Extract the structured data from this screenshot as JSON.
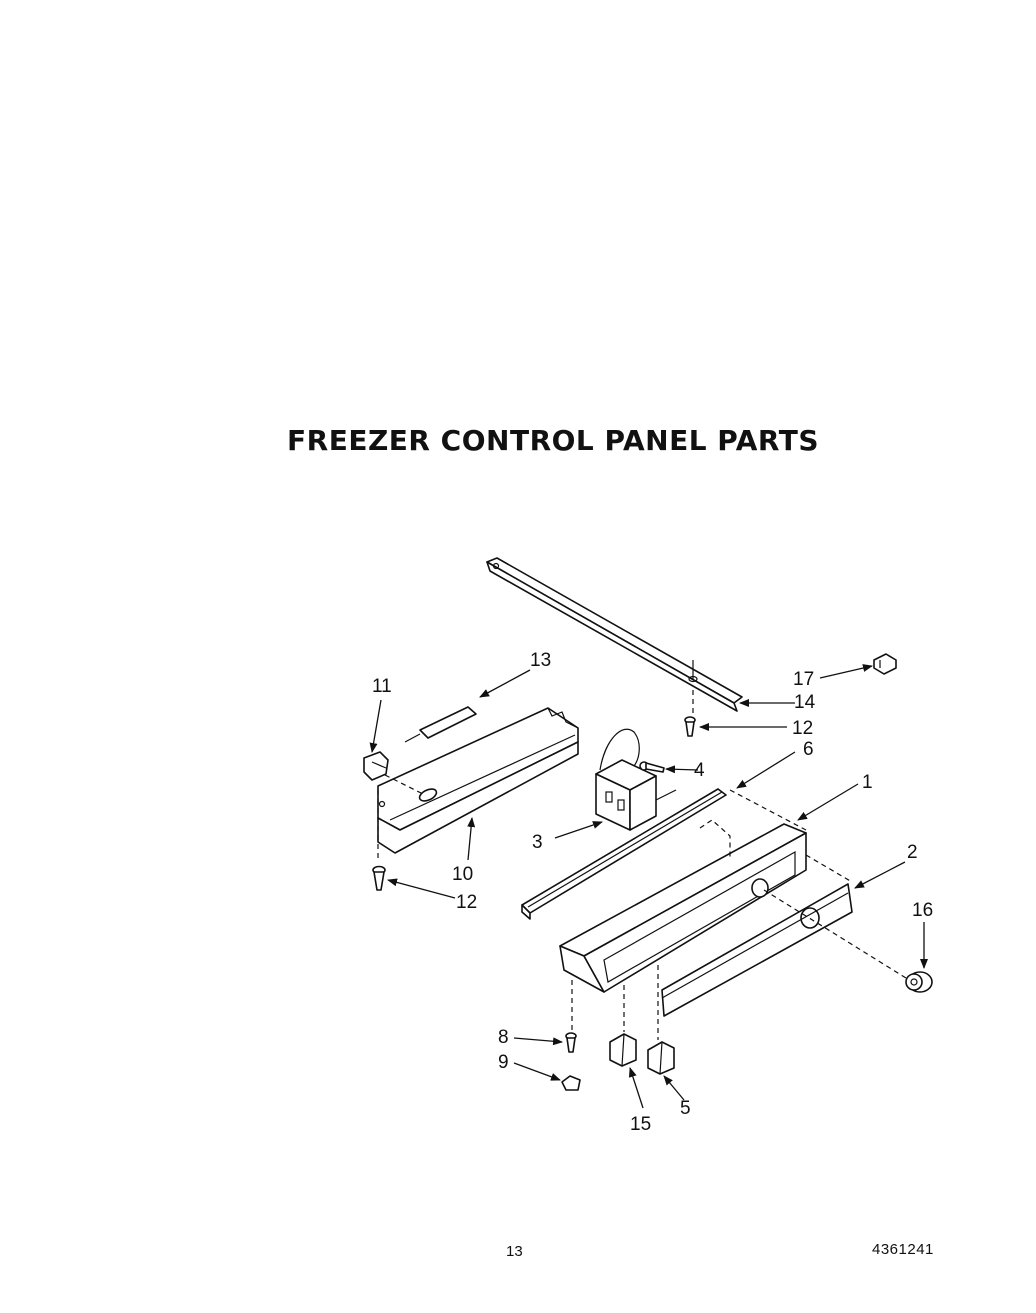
{
  "title": "FREEZER CONTROL PANEL PARTS",
  "page_number": "13",
  "document_number": "4361241",
  "callouts": {
    "c1": "1",
    "c2": "2",
    "c3": "3",
    "c4": "4",
    "c5": "5",
    "c6": "6",
    "c8": "8",
    "c9": "9",
    "c10": "10",
    "c11": "11",
    "c12a": "12",
    "c12b": "12",
    "c13": "13",
    "c14": "14",
    "c15": "15",
    "c16": "16",
    "c17": "17"
  }
}
